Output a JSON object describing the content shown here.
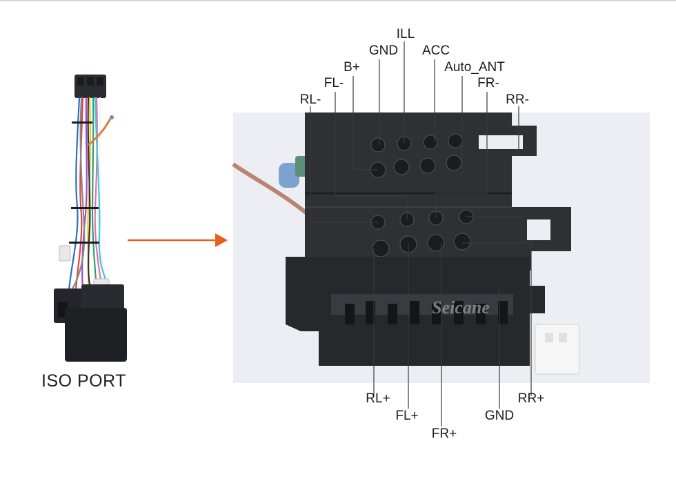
{
  "caption": "ISO PORT",
  "brand": "Seicane",
  "colors": {
    "arrow": "#e8601c",
    "connector": "#2f3033",
    "connector_dark": "#1e1f21",
    "background_photo": "#eceef3",
    "leader_line": "#3a3a3a"
  },
  "labels": {
    "ill": "ILL",
    "gnd_top": "GND",
    "acc": "ACC",
    "b_plus": "B+",
    "auto_ant": "Auto_ANT",
    "fl_minus": "FL-",
    "fr_minus": "FR-",
    "rl_minus": "RL-",
    "rr_minus": "RR-",
    "rl_plus": "RL+",
    "fl_plus": "FL+",
    "fr_plus": "FR+",
    "gnd_bottom": "GND",
    "rr_plus": "RR+"
  }
}
